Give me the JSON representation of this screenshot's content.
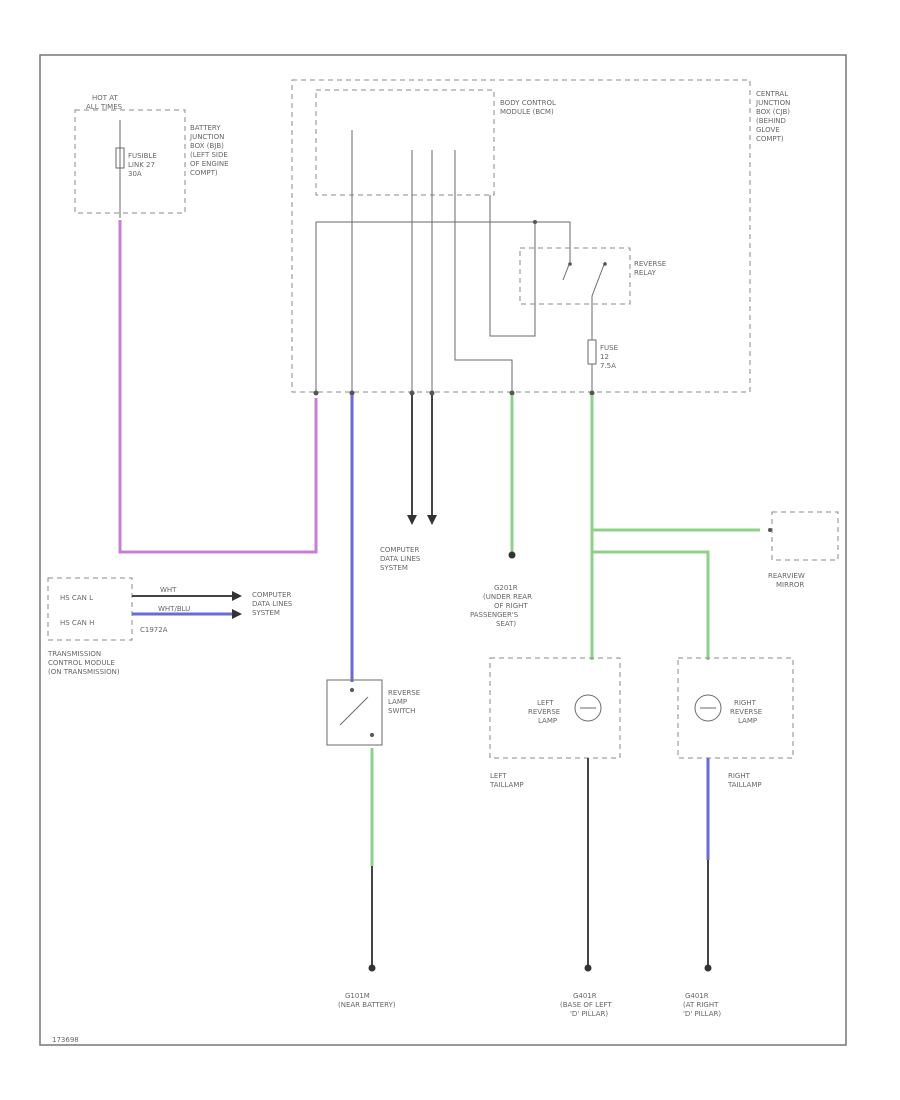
{
  "labels": {
    "hot_at": [
      "HOT AT",
      "ALL TIMES"
    ],
    "battery_box": [
      "BATTERY",
      "JUNCTION",
      "BOX (BJB)",
      "(LEFT SIDE",
      "OF ENGINE",
      "COMPT)"
    ],
    "fusible": [
      "FUSIBLE",
      "LINK 27",
      "30A"
    ],
    "bcm": [
      "BODY CONTROL",
      "MODULE (BCM)"
    ],
    "cjb": [
      "CENTRAL",
      "JUNCTION",
      "BOX (CJB)",
      "(BEHIND",
      "GLOVE",
      "COMPT)"
    ],
    "reverse_relay": [
      "REVERSE",
      "RELAY"
    ],
    "fuse": [
      "FUSE",
      "12",
      "7.5A"
    ],
    "computer_data_1": [
      "COMPUTER",
      "DATA LINES",
      "SYSTEM"
    ],
    "computer_data_2": [
      "COMPUTER",
      "DATA LINES",
      "SYSTEM"
    ],
    "tcm_pins": [
      "HS CAN L",
      "HS CAN H"
    ],
    "tcm": [
      "TRANSMISSION",
      "CONTROL MODULE",
      "(ON TRANSMISSION)"
    ],
    "tcm_connector": "C1972A",
    "wire_white": "WHT",
    "wire_wht_blu": "WHT/BLU",
    "g_underrear": [
      "G201R",
      "(UNDER REAR",
      "OF RIGHT",
      "PASSENGER'S",
      "SEAT)"
    ],
    "rearview": [
      "REARVIEW",
      "MIRROR"
    ],
    "reverse_switch": [
      "REVERSE",
      "LAMP",
      "SWITCH"
    ],
    "left_lamp": [
      "LEFT",
      "REVERSE",
      "LAMP"
    ],
    "right_lamp": [
      "RIGHT",
      "REVERSE",
      "LAMP"
    ],
    "left_tail": [
      "LEFT",
      "TAILLAMP"
    ],
    "right_tail": [
      "RIGHT",
      "TAILLAMP"
    ],
    "g_battery": [
      "G101M",
      "(NEAR BATTERY)"
    ],
    "g_left": [
      "G401R",
      "(BASE OF LEFT",
      "'D' PILLAR)"
    ],
    "g_right": [
      "G401R",
      "(AT RIGHT",
      "'D' PILLAR)"
    ],
    "footer": "173698"
  }
}
